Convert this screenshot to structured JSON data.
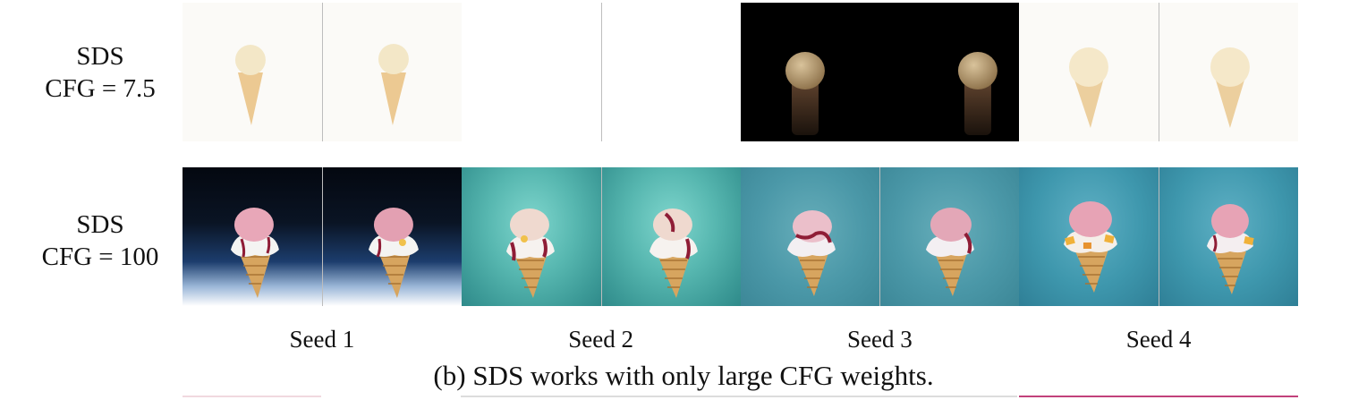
{
  "rows": [
    {
      "method": "SDS",
      "setting": "CFG = 7.5"
    },
    {
      "method": "SDS",
      "setting": "CFG = 100"
    }
  ],
  "columns": [
    "Seed 1",
    "Seed 2",
    "Seed 3",
    "Seed 4"
  ],
  "caption": "(b) SDS works with only large CFG weights.",
  "colors": {
    "cone": "#e8c08a",
    "scoop_pale": "#f3e6c8",
    "scoop_pink": "#e9aebc",
    "syrup": "#9b1e3a",
    "teal_bg": "#4aa6a8",
    "black_bg": "#000000"
  }
}
